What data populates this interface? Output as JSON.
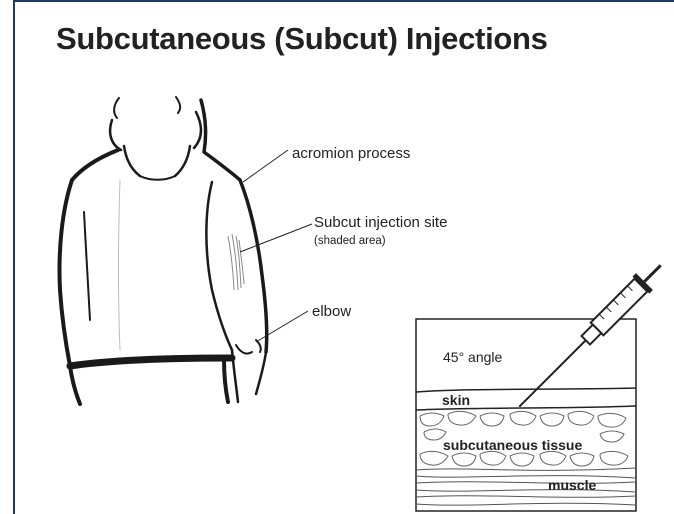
{
  "title": "Subcutaneous (Subcut) Injections",
  "figure": {
    "labels": {
      "acromion": "acromion process",
      "injection_site": "Subcut injection site",
      "injection_site_note": "(shaded area)",
      "elbow": "elbow"
    },
    "inset": {
      "angle": "45° angle",
      "skin": "skin",
      "subcutaneous": "subcutaneous tissue",
      "muscle": "muscle"
    }
  }
}
